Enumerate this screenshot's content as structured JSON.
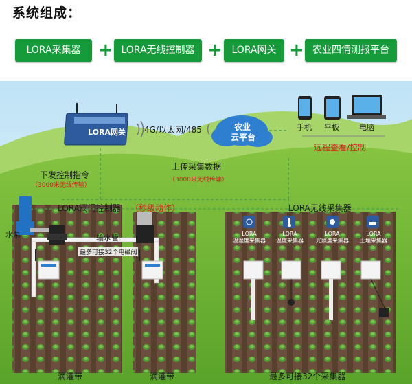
{
  "header": {
    "title": "系统组成："
  },
  "components": [
    {
      "label": "LORA采集器"
    },
    {
      "label": "LORA无线控制器"
    },
    {
      "label": "LORA网关"
    },
    {
      "label": "农业四情测报平台"
    }
  ],
  "plus_sign": "+",
  "gateway": {
    "brand": "LORA网关",
    "link": "4G/以太网/485"
  },
  "cloud": {
    "line1": "农业",
    "line2": "云平台"
  },
  "devices": [
    {
      "label": "手机"
    },
    {
      "label": "平板"
    },
    {
      "label": "电脑"
    }
  ],
  "remote": "远程查看/控制",
  "downlink": {
    "label": "下发控制指令",
    "range": "（3000米无线传输）"
  },
  "uplink": {
    "label": "上传采集数据",
    "range": "（3000米无线传输）"
  },
  "controller": {
    "label": "LORA阀门控制器",
    "note": "（秒级动作）"
  },
  "pump": "水泵",
  "pipe": "输水管",
  "valves_max": "最多可接32个电磁阀",
  "collector_title": "LORA无线采集器",
  "sensors": [
    {
      "label": "LORA\n温湿度采集器",
      "icon": "thermo-humidity-icon"
    },
    {
      "label": "LORA\n温度采集器",
      "icon": "thermometer-icon"
    },
    {
      "label": "LORA\n光照度采集器",
      "icon": "sun-icon"
    },
    {
      "label": "LORA\n土壤采集器",
      "icon": "soil-icon"
    }
  ],
  "drip_left": "滴灌带",
  "drip_mid": "滴灌带",
  "collectors_max": "最多可接32个采集器",
  "colors": {
    "brand_green": "#169b3a",
    "accent_red": "#d42020",
    "sky": "#cfe9f7",
    "soil": "#6b4e3d"
  }
}
